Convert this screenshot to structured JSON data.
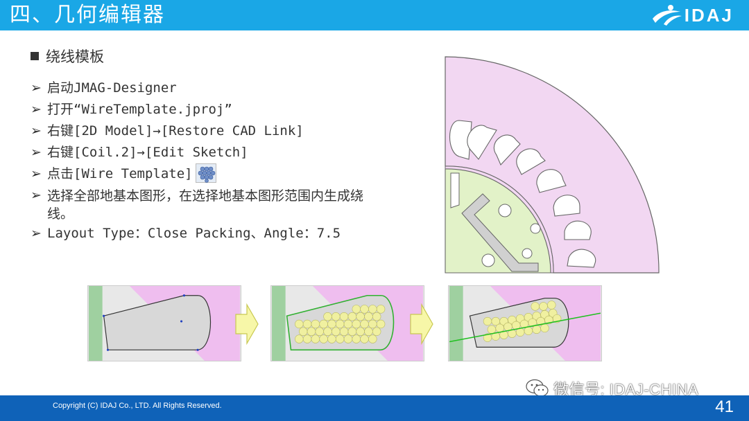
{
  "header": {
    "title": "四、几何编辑器",
    "logo_text": "IDAJ",
    "logo_icon": "idaj-swoosh-icon"
  },
  "section": {
    "title": "绕线模板"
  },
  "steps": [
    "启动JMAG-Designer",
    "打开“WireTemplate.jproj”",
    "右键[2D Model]→[Restore CAD Link]",
    "右键[Coil.2]→[Edit Sketch]",
    "点击[Wire Template]",
    "选择全部地基本图形，在选择地基本图形范围内生成绕线。",
    "Layout Type：Close Packing、Angle：7.5"
  ],
  "colors": {
    "header": "#1aa7e6",
    "footer": "#0f62b8",
    "stator": "#f2d7f2",
    "coil": "#e2f2c8",
    "wire": "#f0f0a0"
  },
  "footer": {
    "copyright": "Copyright (C) IDAJ Co., LTD. All Rights Reserved.",
    "page": "41"
  },
  "watermark": {
    "text": "微信号: IDAJ-CHINA",
    "icon": "wechat-icon"
  }
}
